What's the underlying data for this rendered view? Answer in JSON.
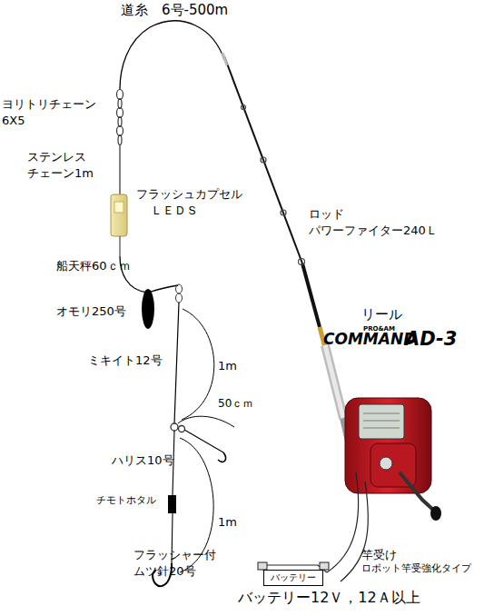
{
  "diagram": {
    "nodes": [
      {
        "text": [
          "バッテリー"
        ]
      }
    ],
    "labels": [
      "道糸　6号-500m",
      "ヨリトリチェーン",
      "6X5",
      "ステンレス",
      "チェーン1m",
      "フラッシュカプセル",
      "ＬＥＤＳ",
      "ロッド",
      "パワーファイター240Ｌ",
      "船天秤60ｃｍ",
      "リール",
      "PRO&AM",
      "COMMAND",
      "AD-3",
      "オモリ250号",
      "ミキイト12号",
      "1m",
      "50ｃｍ",
      "ハリス10号",
      "チモトホタル",
      "1m",
      "フラッシャー付",
      "ムツ針20号",
      "竿受け",
      "ロボット竿受強化タイプ",
      "バッテリー12Ｖ，12Ａ以上"
    ]
  }
}
